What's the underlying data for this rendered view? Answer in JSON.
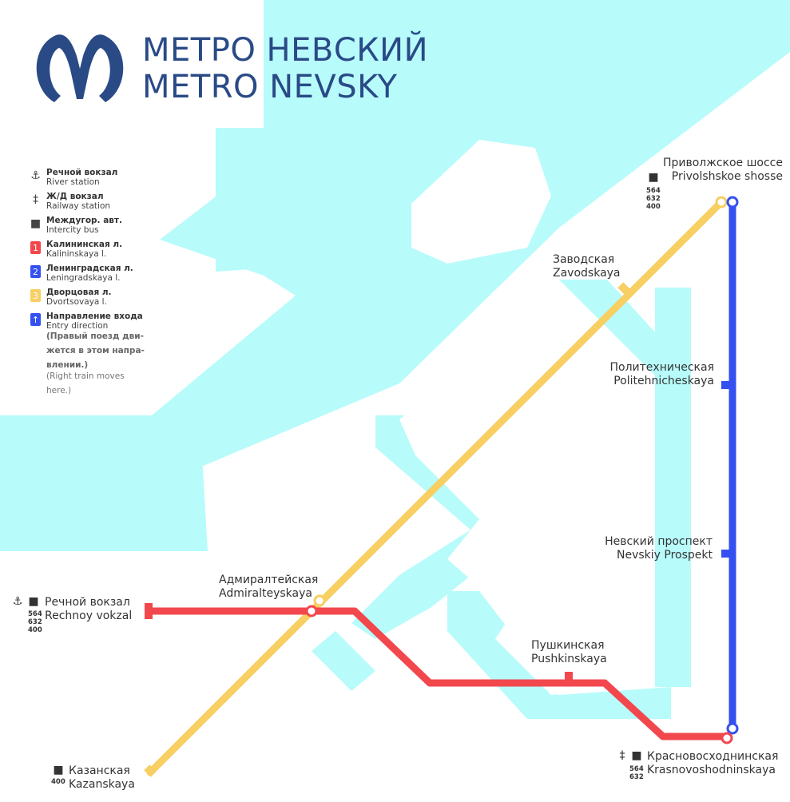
{
  "header": {
    "title_ru": "МЕТРО НЕВСКИЙ",
    "title_en": "METRO NEVSKY"
  },
  "colors": {
    "water": "#b7fbfb",
    "line1": "#f2474d",
    "line2": "#3550f0",
    "line3": "#f7cf62",
    "title": "#2a4a86"
  },
  "legend": {
    "items": [
      {
        "icon": "anchor-icon",
        "glyph": "⚓",
        "ru": "Речной вокзал",
        "en": "River station"
      },
      {
        "icon": "railway-icon",
        "glyph": "‡",
        "ru": "Ж/Д вокзал",
        "en": "Railway station"
      },
      {
        "icon": "bus-icon",
        "glyph": "■",
        "ru": "Междугор. авт.",
        "en": "Intercity bus"
      },
      {
        "icon": "line-1-badge",
        "glyph": "1",
        "ru": "Калининская л.",
        "en": "Kalininskaya l.",
        "color": "#f2474d"
      },
      {
        "icon": "line-2-badge",
        "glyph": "2",
        "ru": "Ленинградская л.",
        "en": "Leningradskaya l.",
        "color": "#3550f0"
      },
      {
        "icon": "line-3-badge",
        "glyph": "3",
        "ru": "Дворцовая л.",
        "en": "Dvortsovaya l.",
        "color": "#f7cf62"
      },
      {
        "icon": "entry-direction-badge",
        "glyph": "↑",
        "ru": "Направление входа",
        "en": "Entry direction",
        "color": "#3550f0"
      }
    ],
    "note_ru": "(Правый поезд дви-жется в этом напра-влении.)",
    "note_en": "(Right train moves here.)"
  },
  "stations": {
    "privolzhskoe": {
      "ru": "Приволжское шоссе",
      "en": "Privolshskoe shosse",
      "bus": [
        "564",
        "632",
        "400"
      ]
    },
    "zavodskaya": {
      "ru": "Заводская",
      "en": "Zavodskaya"
    },
    "politekhnicheskaya": {
      "ru": "Политехническая",
      "en": "Politehnicheskaya"
    },
    "nevsky": {
      "ru": "Невский проспект",
      "en": "Nevskiy Prospekt"
    },
    "admiralteyskaya": {
      "ru": "Адмиралтейская",
      "en": "Admiralteyskaya"
    },
    "rechnoy": {
      "ru": "Речной вокзал",
      "en": "Rechnoy vokzal",
      "bus": [
        "564",
        "632",
        "400"
      ]
    },
    "pushkinskaya": {
      "ru": "Пушкинская",
      "en": "Pushkinskaya"
    },
    "krasnovoskhodninskaya": {
      "ru": "Красновосходнинская",
      "en": "Krasnovoshodninskaya",
      "bus": [
        "564",
        "632"
      ]
    },
    "kazanskaya": {
      "ru": "Казанская",
      "en": "Kazanskaya",
      "bus": [
        "400"
      ]
    }
  }
}
